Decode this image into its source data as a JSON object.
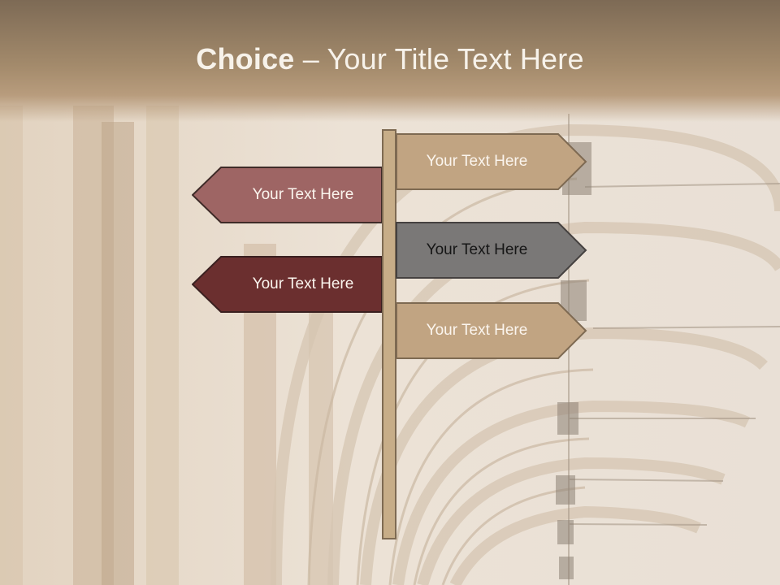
{
  "slide": {
    "title_bold": "Choice",
    "title_rest": " – Your Title Text Here"
  },
  "signs": {
    "right_1": {
      "label": "Your Text Here",
      "color": "#c1a482"
    },
    "left_1": {
      "label": "Your Text Here",
      "color": "#9e6564"
    },
    "right_2": {
      "label": "Your Text Here",
      "color": "#7a7877"
    },
    "left_2": {
      "label": "Your Text Here",
      "color": "#6b2f2f"
    },
    "right_3": {
      "label": "Your Text Here",
      "color": "#c1a482"
    }
  },
  "colors": {
    "title_band": "#a48b6c",
    "post": "#c7ad88",
    "outline": "#7e6a52"
  }
}
